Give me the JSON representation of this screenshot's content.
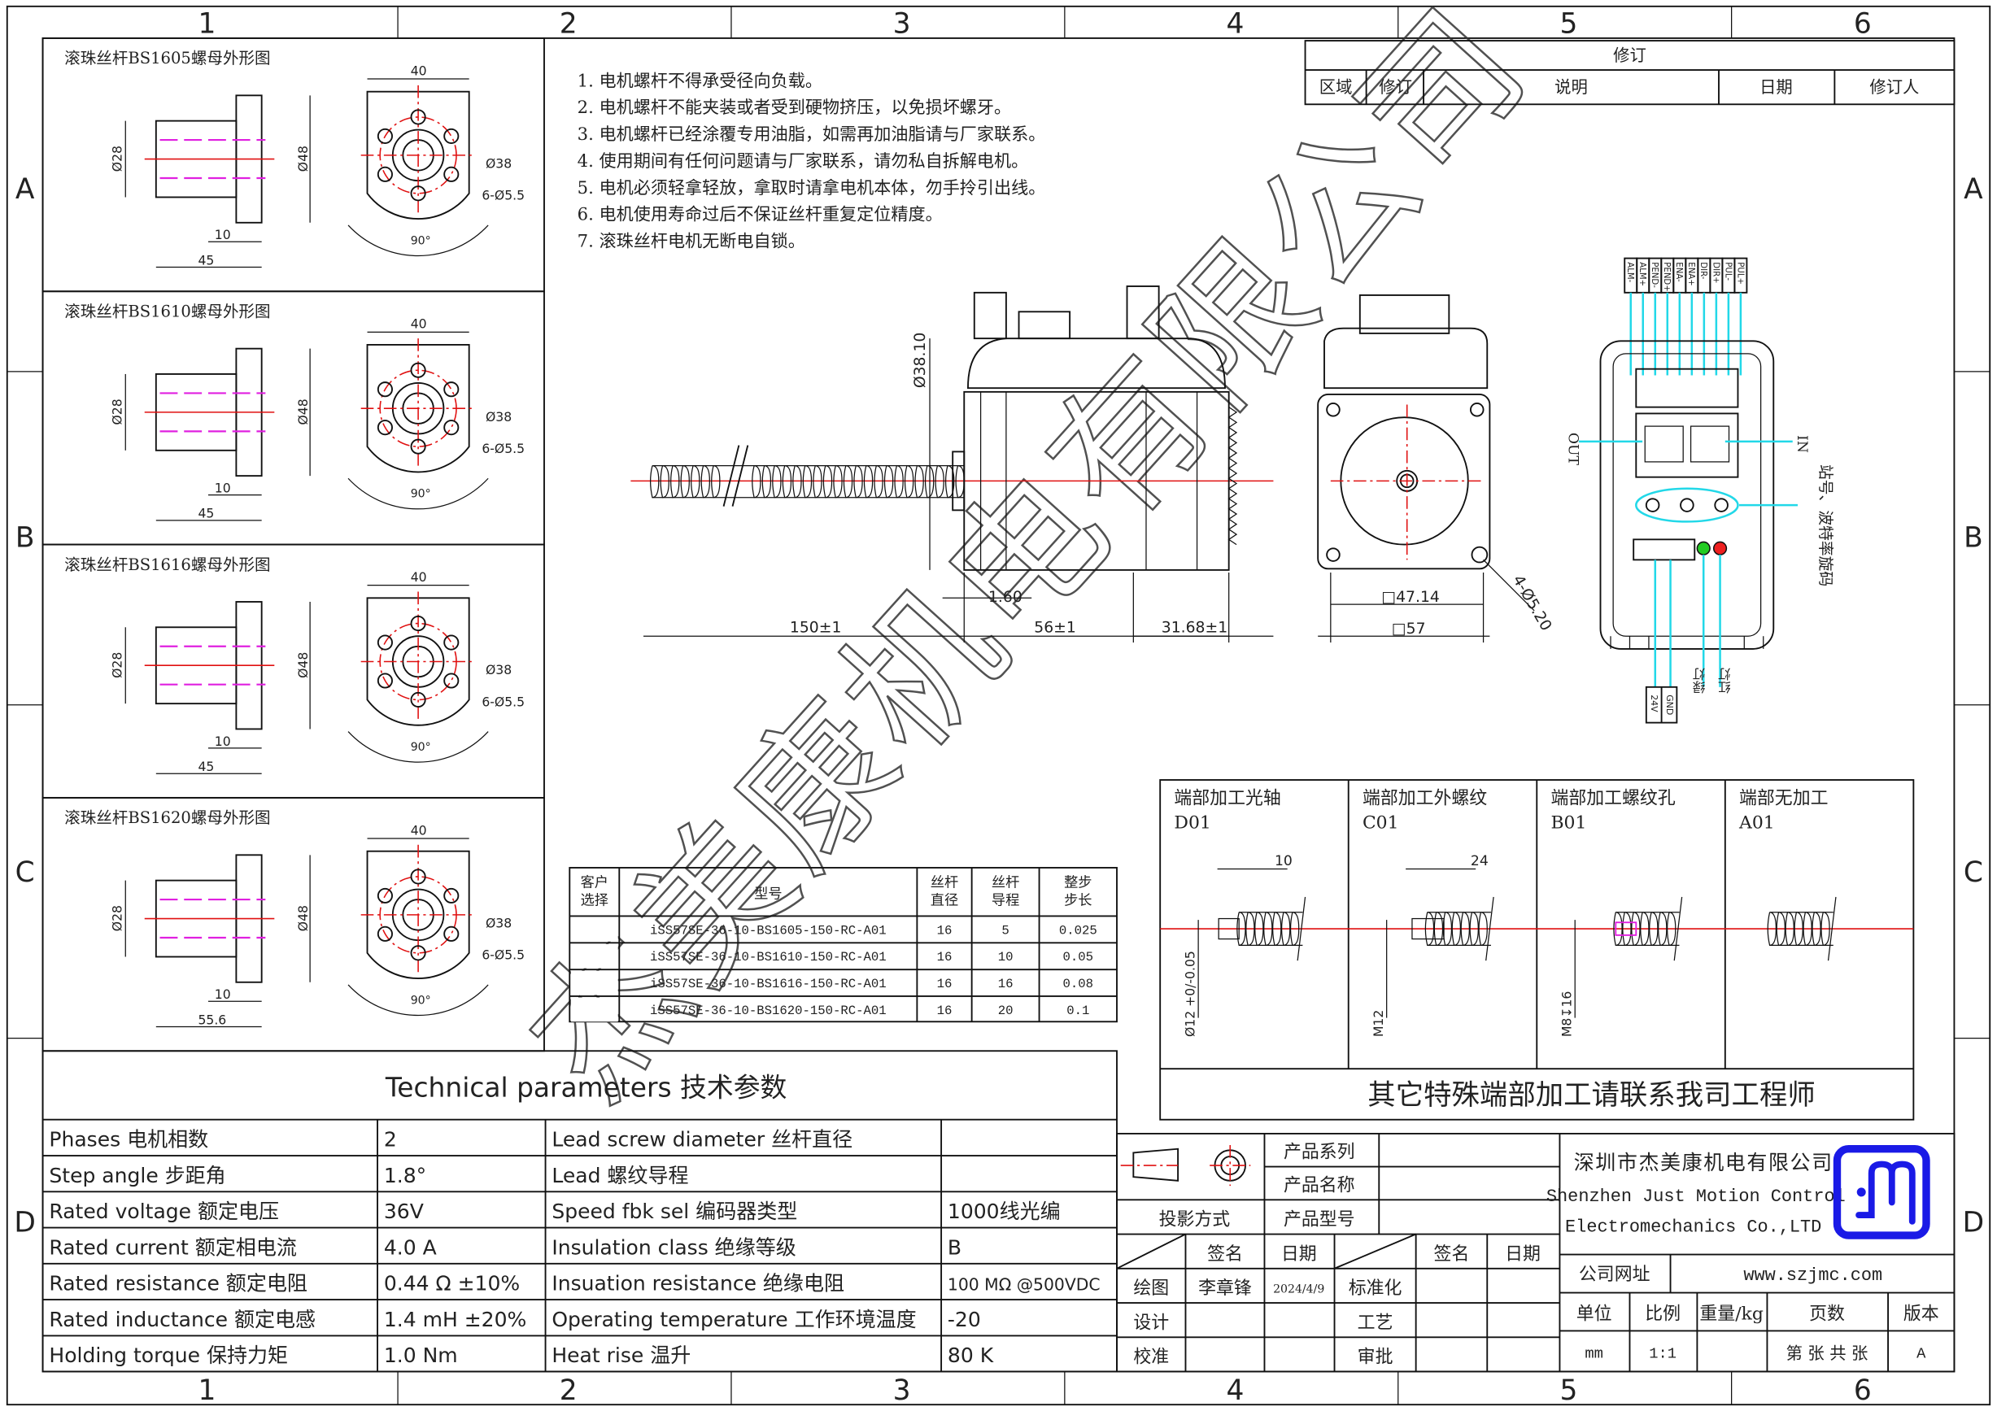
{
  "frame": {
    "columns": [
      "1",
      "2",
      "3",
      "4",
      "5",
      "6"
    ],
    "rows": [
      "A",
      "B",
      "C",
      "D"
    ]
  },
  "watermark": "杰美康机电有限公司",
  "nut_panels": [
    {
      "title": "滚珠丝杆BS1605螺母外形图",
      "width": "40",
      "d_flange": "Ø48",
      "d_body": "Ø28",
      "pcd": "Ø38",
      "holes": "6-Ø5.5",
      "angle": "90°",
      "flange_len": "10",
      "total_len": "45"
    },
    {
      "title": "滚珠丝杆BS1610螺母外形图",
      "width": "40",
      "d_flange": "Ø48",
      "d_body": "Ø28",
      "pcd": "Ø38",
      "holes": "6-Ø5.5",
      "angle": "90°",
      "flange_len": "10",
      "total_len": "45"
    },
    {
      "title": "滚珠丝杆BS1616螺母外形图",
      "width": "40",
      "d_flange": "Ø48",
      "d_body": "Ø28",
      "pcd": "Ø38",
      "holes": "6-Ø5.5",
      "angle": "90°",
      "flange_len": "10",
      "total_len": "45"
    },
    {
      "title": "滚珠丝杆BS1620螺母外形图",
      "width": "40",
      "d_flange": "Ø48",
      "d_body": "Ø28",
      "pcd": "Ø38",
      "holes": "6-Ø5.5",
      "angle": "90°",
      "flange_len": "10",
      "total_len": "55.6"
    }
  ],
  "notes": [
    "1. 电机螺杆不得承受径向负载。",
    "2. 电机螺杆不能夹装或者受到硬物挤压，以免损坏螺牙。",
    "3. 电机螺杆已经涂覆专用油脂，如需再加油脂请与厂家联系。",
    "4. 使用期间有任何问题请与厂家联系，请勿私自拆解电机。",
    "5. 电机必须轻拿轻放，拿取时请拿电机本体，勿手拎引出线。",
    "6. 电机使用寿命过后不保证丝杆重复定位精度。",
    "7. 滚珠丝杆电机无断电自锁。"
  ],
  "revision_table": {
    "title": "修订",
    "headers": [
      "区域",
      "修订",
      "说明",
      "日期",
      "修订人"
    ]
  },
  "motor_dims": {
    "shaft_dia": "Ø38.10",
    "step": "1.60",
    "screw_len": "150±1",
    "body_len": "56±1",
    "driver_len": "31.68±1",
    "pcd_sq": "□47.14",
    "flange_sq": "□57",
    "mount_holes": "4-Ø5.20"
  },
  "driver_view": {
    "signals": [
      "ALM-",
      "ALM+",
      "PEND-",
      "PEND+",
      "ENA-",
      "ENA+",
      "DIR-",
      "DIR+",
      "PUL-",
      "PUL+"
    ],
    "out_label": "OUT",
    "in_label": "IN",
    "switch_label": "站号、波特率旋码",
    "power": [
      "24V",
      "GND"
    ],
    "led_green": "绿灯",
    "led_red": "红灯",
    "led_colors": {
      "green": "#22cc22",
      "red": "#ee2020"
    }
  },
  "model_table": {
    "headers": [
      "客户选择",
      "型号",
      "丝杆直径",
      "丝杆导程",
      "整步步长"
    ],
    "rows": [
      [
        "",
        "iSS57SE-36-10-BS1605-150-RC-A01",
        "16",
        "5",
        "0.025"
      ],
      [
        "",
        "iSS57SE-36-10-BS1610-150-RC-A01",
        "16",
        "10",
        "0.05"
      ],
      [
        "",
        "iSS57SE-36-10-BS1616-150-RC-A01",
        "16",
        "16",
        "0.08"
      ],
      [
        "",
        "iSS57SE-36-10-BS1620-150-RC-A01",
        "16",
        "20",
        "0.1"
      ]
    ]
  },
  "end_processing": {
    "options": [
      {
        "title": "端部加工光轴",
        "code": "D01",
        "dim_len": "10",
        "dim_dia": "Ø12 +0/-0.05"
      },
      {
        "title": "端部加工外螺纹",
        "code": "C01",
        "dim_len": "24",
        "dim_dia": "M12"
      },
      {
        "title": "端部加工螺纹孔",
        "code": "B01",
        "dim_len": "",
        "dim_dia": "M8↧16"
      },
      {
        "title": "端部无加工",
        "code": "A01",
        "dim_len": "",
        "dim_dia": ""
      }
    ],
    "footer": "其它特殊端部加工请联系我司工程师"
  },
  "tech_params": {
    "title": "Technical parameters 技术参数",
    "rows": [
      [
        "Phases 电机相数",
        "2",
        "Lead screw diameter 丝杆直径",
        ""
      ],
      [
        "Step angle 步距角",
        "1.8°",
        "Lead 螺纹导程",
        ""
      ],
      [
        "Rated voltage 额定电压",
        "36V",
        "Speed fbk sel  编码器类型",
        "1000线光编"
      ],
      [
        "Rated current 额定相电流",
        "4.0 A",
        "Insulation class 绝缘等级",
        "B"
      ],
      [
        "Rated resistance 额定电阻",
        "0.44 Ω  ±10%",
        "Insuation resistance 绝缘电阻",
        "100 MΩ @500VDC"
      ],
      [
        "Rated inductance 额定电感",
        "1.4 mH ±20%",
        "Operating temperature 工作环境温度",
        "-20"
      ],
      [
        "Holding torque 保持力矩",
        "1.0 Nm",
        "Heat rise 温升",
        "80 K"
      ]
    ]
  },
  "title_block": {
    "projection_label": "投影方式",
    "product_series": "产品系列",
    "product_name": "产品名称",
    "product_model": "产品型号",
    "sign": "签名",
    "date": "日期",
    "drawn": "绘图",
    "drawn_by": "李章锋",
    "drawn_date": "2024/4/9",
    "design": "设计",
    "check": "校准",
    "standard": "标准化",
    "process": "工艺",
    "approve": "审批",
    "company_cn": "深圳市杰美康机电有限公司",
    "company_en1": "Shenzhen Just Motion Control",
    "company_en2": "Electromechanics Co.,LTD",
    "logo_color": "#1a1ae6",
    "website_label": "公司网址",
    "website": "www.szjmc.com",
    "unit_label": "单位",
    "scale_label": "比例",
    "weight_label": "重量/kg",
    "pages_label": "页数",
    "version_label": "版本",
    "unit": "mm",
    "scale": "1:1",
    "weight": "",
    "pages": "第 张 共 张",
    "version": "A"
  }
}
